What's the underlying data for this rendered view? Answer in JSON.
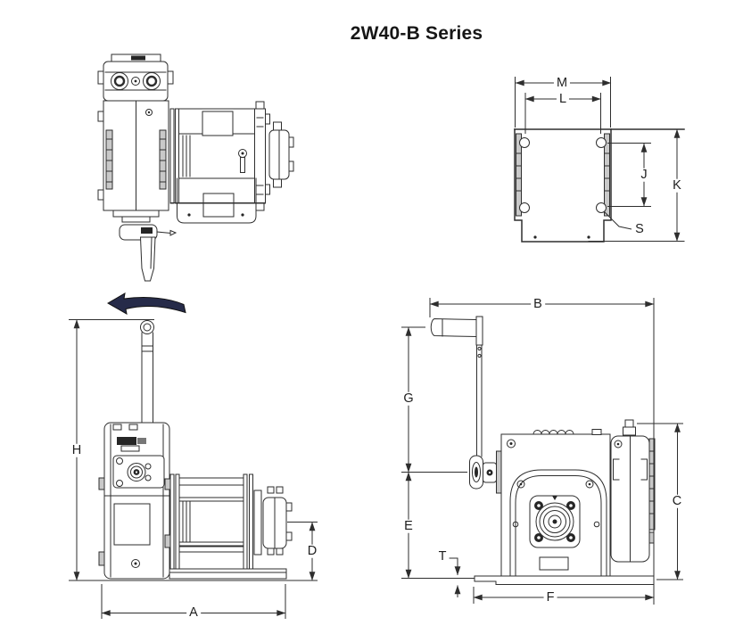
{
  "title": "2W40-B Series",
  "colors": {
    "line": "#2e2e2e",
    "rotation_arrow": "#262b49",
    "background": "#ffffff"
  },
  "dim_labels": {
    "A": "A",
    "B": "B",
    "C": "C",
    "D": "D",
    "E": "E",
    "F": "F",
    "G": "G",
    "H": "H",
    "J": "J",
    "K": "K",
    "L": "L",
    "M": "M",
    "S": "S",
    "T": "T"
  }
}
